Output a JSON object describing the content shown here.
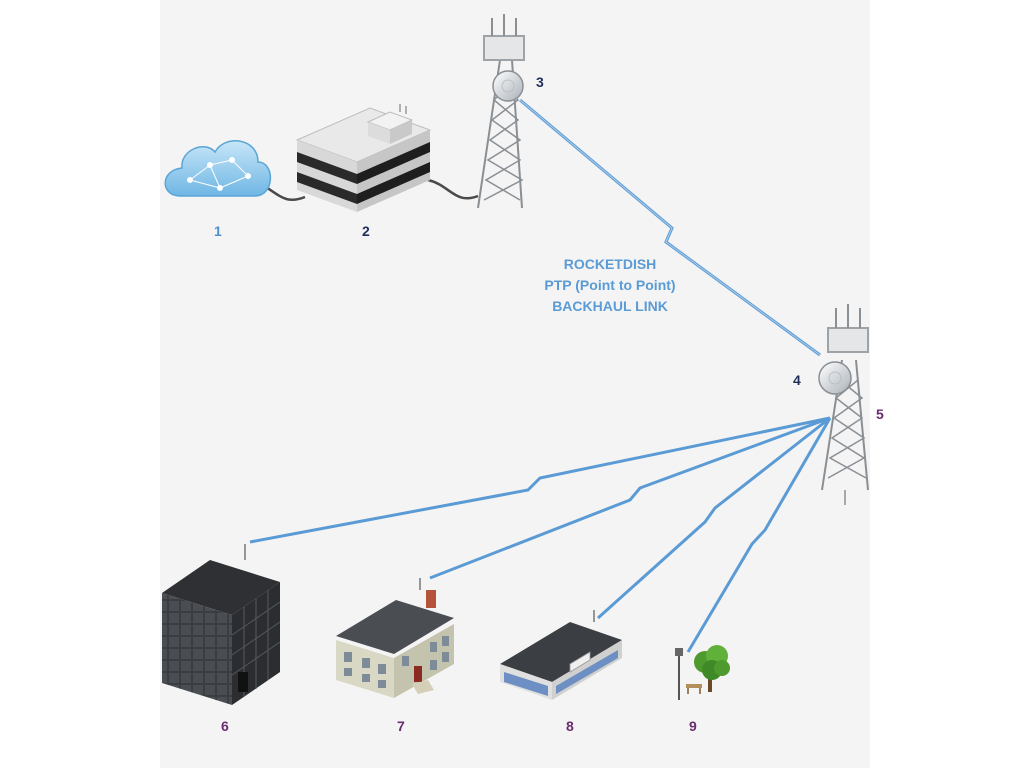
{
  "labels": {
    "n1": "1",
    "n2": "2",
    "n3": "3",
    "n4": "4",
    "n5": "5",
    "n6": "6",
    "n7": "7",
    "n8": "8",
    "n9": "9"
  },
  "link_label": {
    "line1": "ROCKETDISH",
    "line2": "PTP (Point to Point)",
    "line3": "BACKHAUL LINK"
  },
  "colors": {
    "link": "#5b9bd5",
    "label_blue": "#4a90cf",
    "label_navy": "#1f2f5c",
    "label_purple": "#6a2c70",
    "panel": "#f4f4f4"
  },
  "icons": [
    "cloud-icon",
    "router-icon",
    "tower-icon",
    "dish-icon",
    "office-building-icon",
    "house-icon",
    "shop-icon",
    "streetlight-icon",
    "tree-icon"
  ]
}
